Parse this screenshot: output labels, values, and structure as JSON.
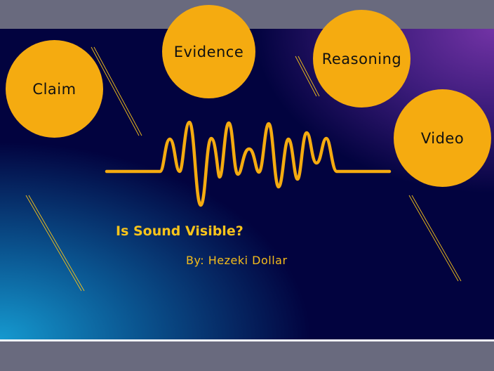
{
  "slide": {
    "title": "Is Sound Visible?",
    "byline": "By: Hezeki Dollar",
    "colors": {
      "accent": "#f5ab10",
      "title_text": "#f8c41b",
      "background_dark": "#02033f",
      "background_blue": "#1599cf",
      "background_purple": "#7233a5",
      "frame": "#696a7e"
    }
  },
  "circles": [
    {
      "label": "Claim"
    },
    {
      "label": "Evidence"
    },
    {
      "label": "Reasoning"
    },
    {
      "label": "Video"
    }
  ],
  "decorations": {
    "waveform": "sound-wave-icon",
    "lines": "double-diagonal-line"
  }
}
